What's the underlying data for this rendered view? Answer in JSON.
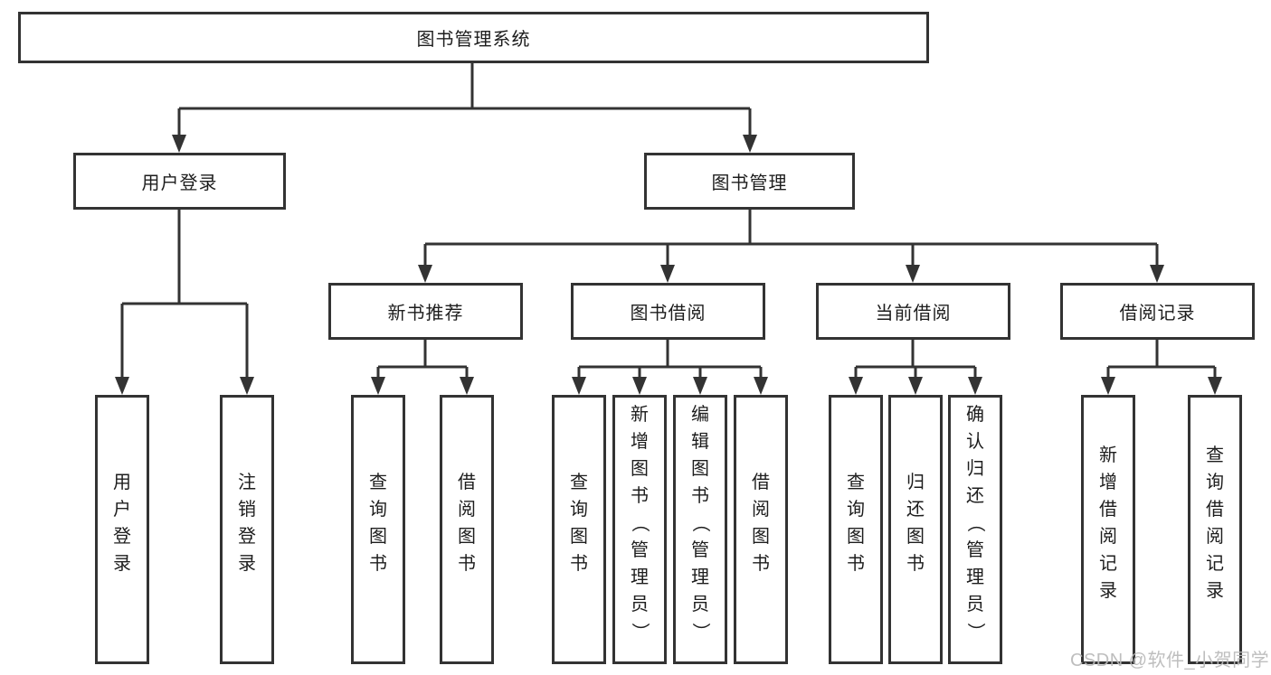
{
  "diagram": {
    "title": "图书管理系统",
    "watermark": "CSDN @软件_小贺同学",
    "colors": {
      "line": "#333333",
      "box_border": "#333333",
      "text": "#1d1d1d",
      "watermark": "#b9b9b9",
      "background": "#ffffff"
    },
    "nodes": {
      "root": "图书管理系统",
      "user_login": "用户登录",
      "book_mgmt": "图书管理",
      "new_book_rec": "新书推荐",
      "book_borrow": "图书借阅",
      "current_borrow": "当前借阅",
      "borrow_records": "借阅记录",
      "ul_user_login": "用户登录",
      "ul_logout": "注销登录",
      "nr_query_books": "查询图书",
      "nr_borrow_books": "借阅图书",
      "bb_query_books": "查询图书",
      "bb_add_books": "新增图书（管理员）",
      "bb_edit_books": "编辑图书（管理员）",
      "bb_borrow_books": "借阅图书",
      "cb_query_books": "查询图书",
      "cb_return_books": "归还图书",
      "cb_confirm_return": "确认归还（管理员）",
      "br_add_record": "新增借阅记录",
      "br_query_record": "查询借阅记录"
    },
    "hierarchy": {
      "图书管理系统": [
        "用户登录",
        "图书管理"
      ],
      "用户登录": [
        "用户登录",
        "注销登录"
      ],
      "图书管理": [
        "新书推荐",
        "图书借阅",
        "当前借阅",
        "借阅记录"
      ],
      "新书推荐": [
        "查询图书",
        "借阅图书"
      ],
      "图书借阅": [
        "查询图书",
        "新增图书（管理员）",
        "编辑图书（管理员）",
        "借阅图书"
      ],
      "当前借阅": [
        "查询图书",
        "归还图书",
        "确认归还（管理员）"
      ],
      "借阅记录": [
        "新增借阅记录",
        "查询借阅记录"
      ]
    }
  }
}
